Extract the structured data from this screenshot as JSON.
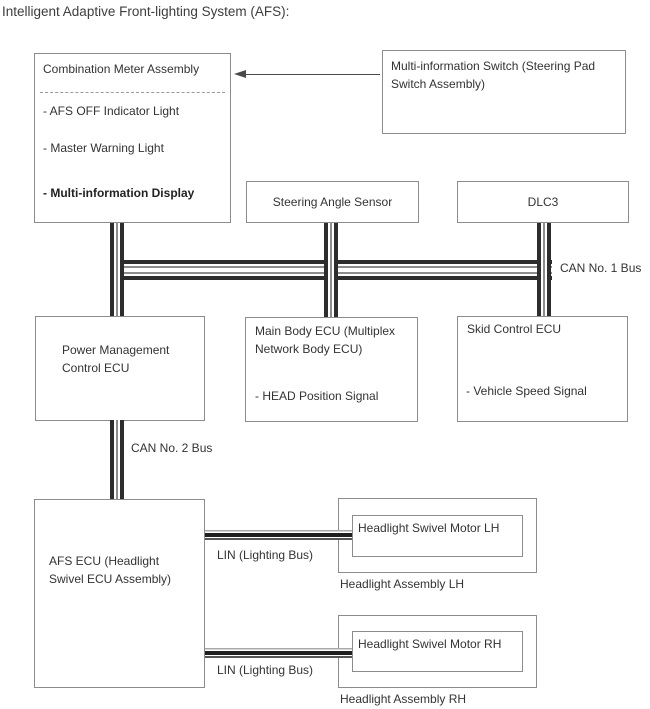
{
  "title": "Intelligent Adaptive Front-lighting System (AFS):",
  "colors": {
    "background": "#ffffff",
    "box_border": "#8c8c8c",
    "text": "#333333",
    "bus_dark": "#2d2d2d",
    "bus_mid": "#8d8d8d"
  },
  "boxes": {
    "combination_meter": {
      "title": "Combination Meter Assembly",
      "items": [
        "- AFS OFF Indicator Light",
        "- Master Warning Light",
        "- Multi-information Display"
      ]
    },
    "multi_info_switch": {
      "label": "Multi-information Switch (Steering Pad Switch Assembly)"
    },
    "steering_angle_sensor": {
      "label": "Steering Angle Sensor"
    },
    "dlc3": {
      "label": "DLC3"
    },
    "power_management": {
      "label": "Power Management Control ECU"
    },
    "main_body_ecu": {
      "title": "Main Body ECU (Multiplex Network Body ECU)",
      "signal": "- HEAD Position Signal"
    },
    "skid_control_ecu": {
      "title": "Skid Control ECU",
      "signal": "- Vehicle Speed Signal"
    },
    "afs_ecu": {
      "label": "AFS ECU (Headlight Swivel ECU Assembly)"
    },
    "headlight_lh": {
      "motor": "Headlight Swivel Motor LH",
      "caption": "Headlight Assembly LH"
    },
    "headlight_rh": {
      "motor": "Headlight Swivel Motor RH",
      "caption": "Headlight Assembly RH"
    }
  },
  "bus_labels": {
    "can1": "CAN No. 1 Bus",
    "can2": "CAN No. 2 Bus",
    "lin_lh": "LIN (Lighting Bus)",
    "lin_rh": "LIN (Lighting Bus)"
  }
}
